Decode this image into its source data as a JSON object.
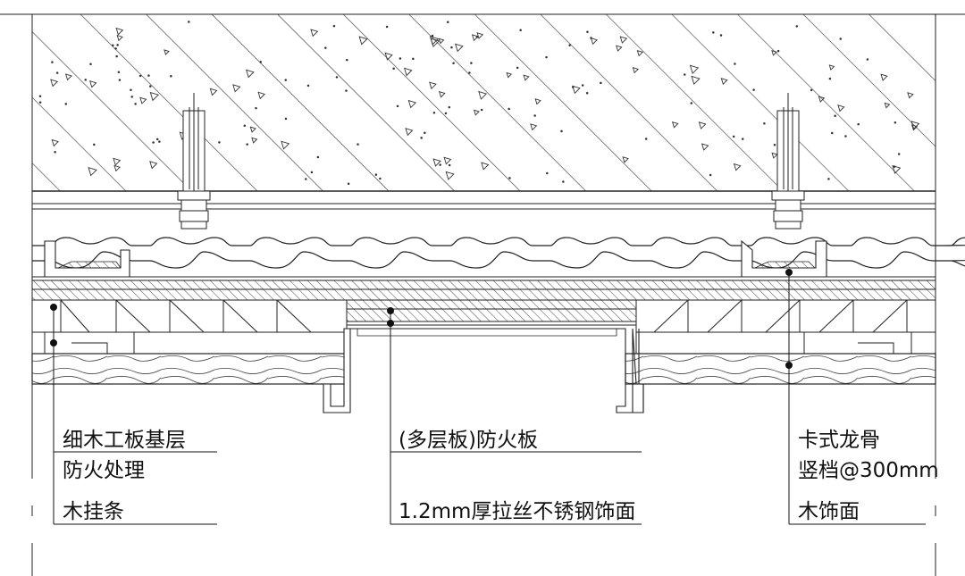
{
  "labels": {
    "left": [
      "细木工板基层",
      "防火处理",
      "木挂条"
    ],
    "center": [
      "(多层板)防火板",
      "1.2mm厚拉丝不锈钢饰面"
    ],
    "right": [
      "卡式龙骨",
      "竖档@300mm",
      "木饰面"
    ]
  },
  "colors": {
    "line": "#222222",
    "hatch": "#333333",
    "background": "#ffffff"
  }
}
